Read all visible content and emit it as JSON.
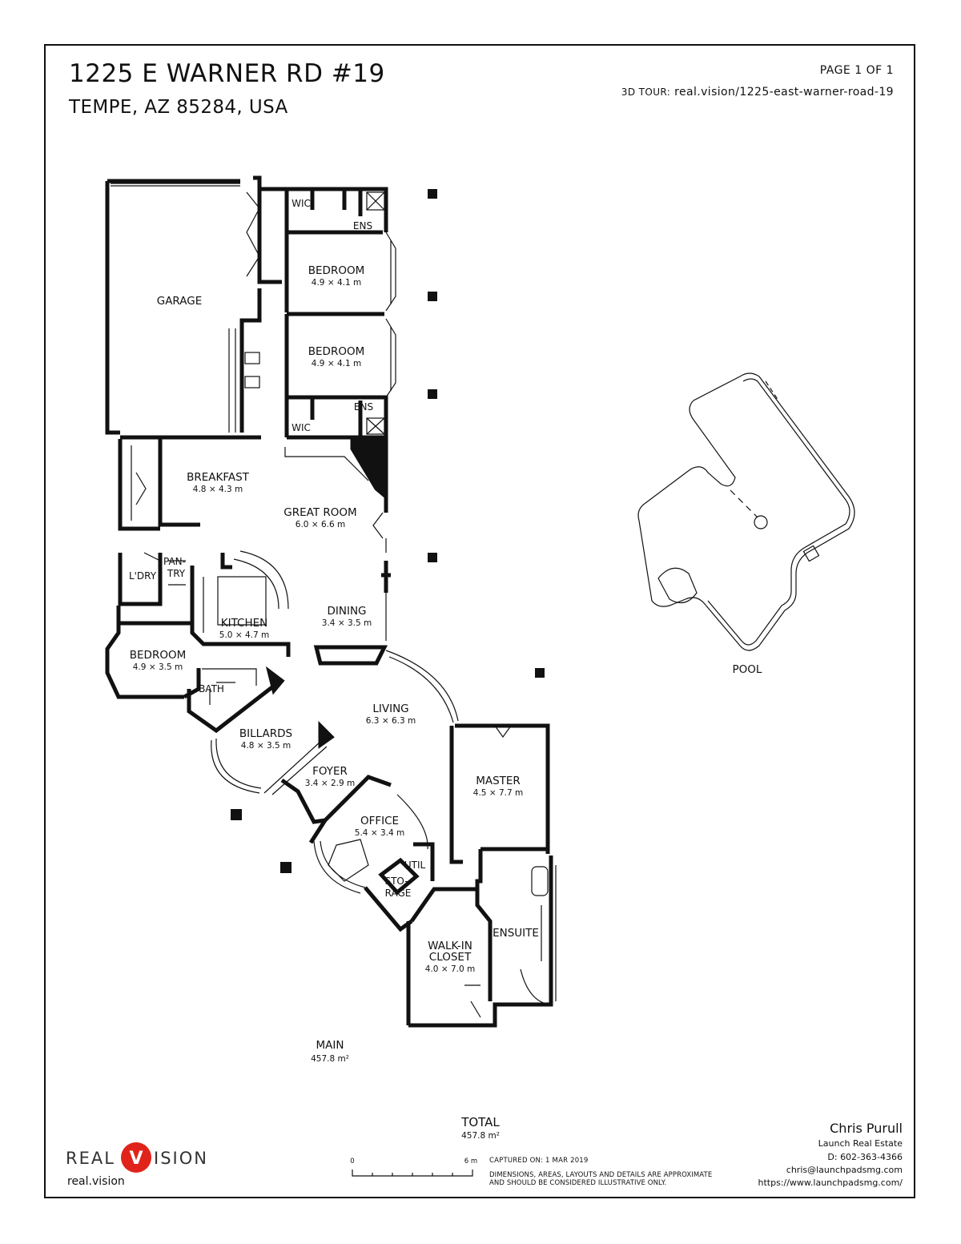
{
  "header": {
    "title": "1225 E WARNER RD #19",
    "subtitle": "TEMPE, AZ 85284, USA",
    "page": "PAGE 1 OF 1",
    "tour_label": "3D TOUR:",
    "tour_url": "real.vision/1225-east-warner-road-19"
  },
  "rooms": {
    "garage": {
      "name": "GARAGE"
    },
    "wic1": {
      "name": "WIC"
    },
    "ens1": {
      "name": "ENS"
    },
    "bedroom1": {
      "name": "BEDROOM",
      "dim": "4.9 × 4.1 m"
    },
    "bedroom2": {
      "name": "BEDROOM",
      "dim": "4.9 × 4.1 m"
    },
    "ens2": {
      "name": "ENS"
    },
    "wic2": {
      "name": "WIC"
    },
    "breakfast": {
      "name": "BREAKFAST",
      "dim": "4.8 × 4.3 m"
    },
    "great_room": {
      "name": "GREAT ROOM",
      "dim": "6.0 × 6.6 m"
    },
    "pantry": {
      "name1": "PAN-",
      "name2": "TRY"
    },
    "laundry": {
      "name": "L'DRY"
    },
    "kitchen": {
      "name": "KITCHEN",
      "dim": "5.0 × 4.7 m"
    },
    "dining": {
      "name": "DINING",
      "dim": "3.4 × 3.5 m"
    },
    "bedroom3": {
      "name": "BEDROOM",
      "dim": "4.9 × 3.5 m"
    },
    "bath": {
      "name": "BATH"
    },
    "billards": {
      "name": "BILLARDS",
      "dim": "4.8 × 3.5 m"
    },
    "living": {
      "name": "LIVING",
      "dim": "6.3 × 6.3 m"
    },
    "foyer": {
      "name": "FOYER",
      "dim": "3.4 × 2.9 m"
    },
    "master": {
      "name": "MASTER",
      "dim": "4.5 × 7.7 m"
    },
    "office": {
      "name": "OFFICE",
      "dim": "5.4 × 3.4 m"
    },
    "util": {
      "name": "UTIL"
    },
    "storage": {
      "name1": "STO-",
      "name2": "RAGE"
    },
    "ensuite": {
      "name": "ENSUITE"
    },
    "walkin": {
      "name1": "WALK-IN",
      "name2": "CLOSET",
      "dim": "4.0 × 7.0 m"
    },
    "pool": {
      "name": "POOL"
    }
  },
  "level": {
    "name": "MAIN",
    "area": "457.8 m²"
  },
  "total": {
    "label": "TOTAL",
    "area": "457.8 m²"
  },
  "scale": {
    "start": "0",
    "end": "6 m"
  },
  "footer": {
    "brand_left": "REAL",
    "brand_right": "ISION",
    "brand_v": "V",
    "brand_color": "#e0241b",
    "site": "real.vision",
    "captured": "CAPTURED ON: 1 MAR 2019",
    "disclaimer": "DIMENSIONS, AREAS, LAYOUTS AND DETAILS ARE APPROXIMATE AND SHOULD BE CONSIDERED ILLUSTRATIVE ONLY."
  },
  "agent": {
    "name": "Chris Purull",
    "company": "Launch Real Estate",
    "phone": "D: 602-363-4366",
    "email": "chris@launchpadsmg.com",
    "website": "https://www.launchpadsmg.com/"
  }
}
